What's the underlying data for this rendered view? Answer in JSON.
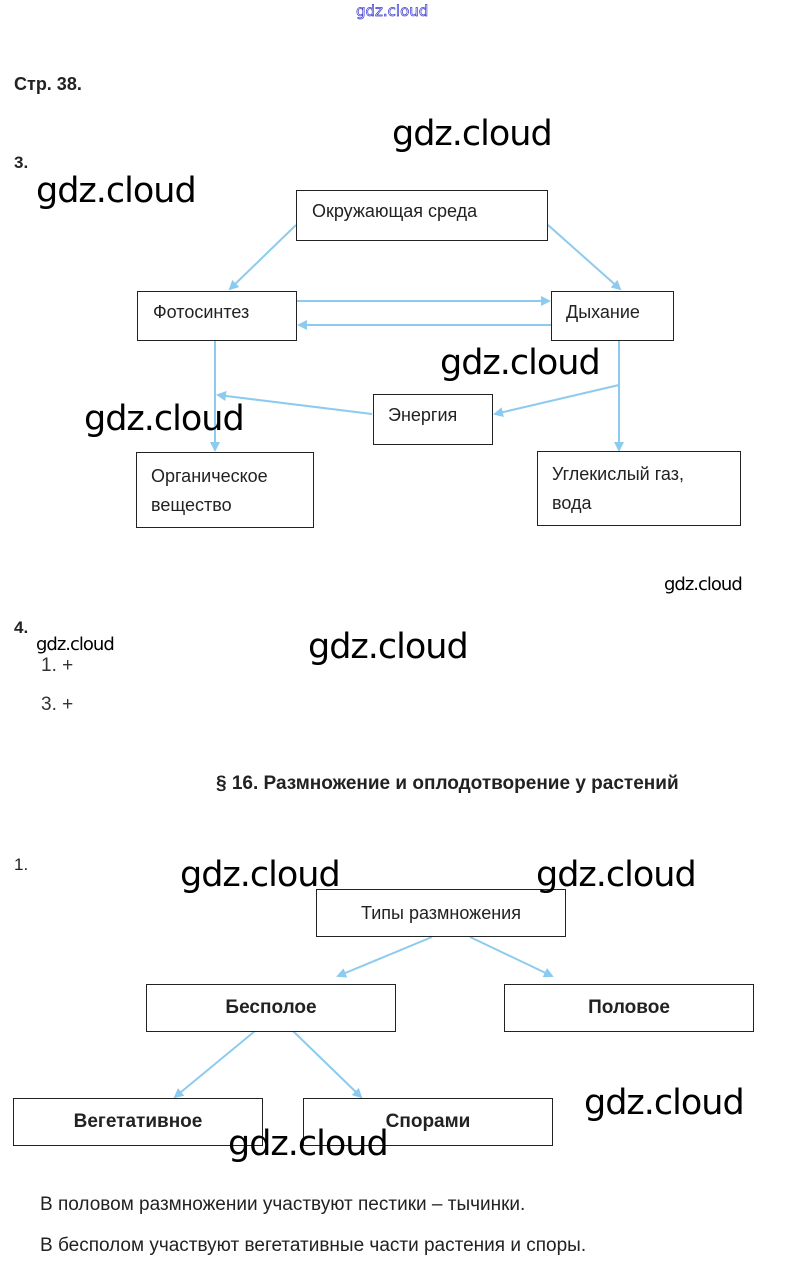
{
  "header": {
    "watermark": "gdz.cloud",
    "page_label": "Стр. 38."
  },
  "watermarks": [
    "gdz.cloud",
    "gdz.cloud",
    "gdz.cloud",
    "gdz.cloud",
    "gdz.cloud",
    "gdz.cloud",
    "gdz.cloud",
    "gdz.cloud",
    "gdz.cloud",
    "gdz.cloud",
    "gdz.cloud"
  ],
  "task3": {
    "number": "3.",
    "nodes": {
      "environment": "Окружающая среда",
      "photosynthesis": "Фотосинтез",
      "respiration": "Дыхание",
      "energy": "Энергия",
      "organic_line1": "Органическое",
      "organic_line2": "вещество",
      "co2_line1": "Углекислый газ,",
      "co2_line2": "вода"
    }
  },
  "task4": {
    "number": "4.",
    "answers": [
      "1. +",
      "3. +"
    ]
  },
  "section": {
    "title": "§ 16. Размножение и оплодотворение у растений"
  },
  "task1": {
    "number": "1.",
    "nodes": {
      "root": "Типы размножения",
      "asexual": "Бесполое",
      "sexual": "Половое",
      "vegetative": "Вегетативное",
      "spores": "Спорами"
    },
    "paragraphs": [
      "В половом размножении участвуют пестики – тычинки.",
      "В бесполом участвуют вегетативные части растения и споры."
    ]
  },
  "colors": {
    "arrow": "#8ccbef",
    "text": "#222222",
    "watermark_top_outline": "#3a3ad0"
  }
}
